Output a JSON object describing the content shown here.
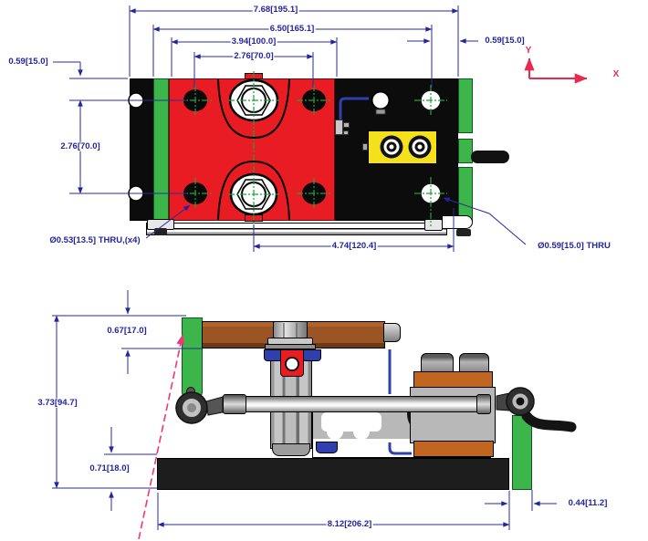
{
  "drawing": {
    "title": "load-cell-mounting-assembly-drawing",
    "top_view": {
      "dim_width_overall": "7.68[195.1]",
      "dim_width_outer": "6.50[165.1]",
      "dim_bolt_span": "3.94[100.0]",
      "dim_hole_span_h": "2.76[70.0]",
      "dim_right_edge_offset": "0.59[15.0]",
      "dim_top_edge_offset": "0.59[15.0]",
      "dim_hole_span_v": "2.76[70.0]",
      "dim_bolt_to_edge": "4.74[120.4]",
      "note_mounting_holes": "Ø0.53[13.5] THRU,(x4)",
      "note_thru_hole": "Ø0.59[15.0] THRU",
      "axis_y": "Y",
      "axis_x": "X"
    },
    "side_view": {
      "dim_plate_offset": "0.67[17.0]",
      "dim_height_overall": "3.73[94.7]",
      "dim_base_height": "0.71[18.0]",
      "dim_length_overall": "8.12[206.2]",
      "dim_post_overhang": "0.44[11.2]"
    }
  },
  "colors": {
    "dimension": "#2424a0",
    "centerline": "#1fa23c",
    "axis": "#e92a4e",
    "leader_pink": "#f23577",
    "plate_red": "#e81c22",
    "bracket_green": "#3cb54a",
    "connector_yellow": "#f4e11c",
    "copper_brown": "#9b5524",
    "band_orange": "#c06522",
    "wire_blue": "#2f3fae"
  }
}
